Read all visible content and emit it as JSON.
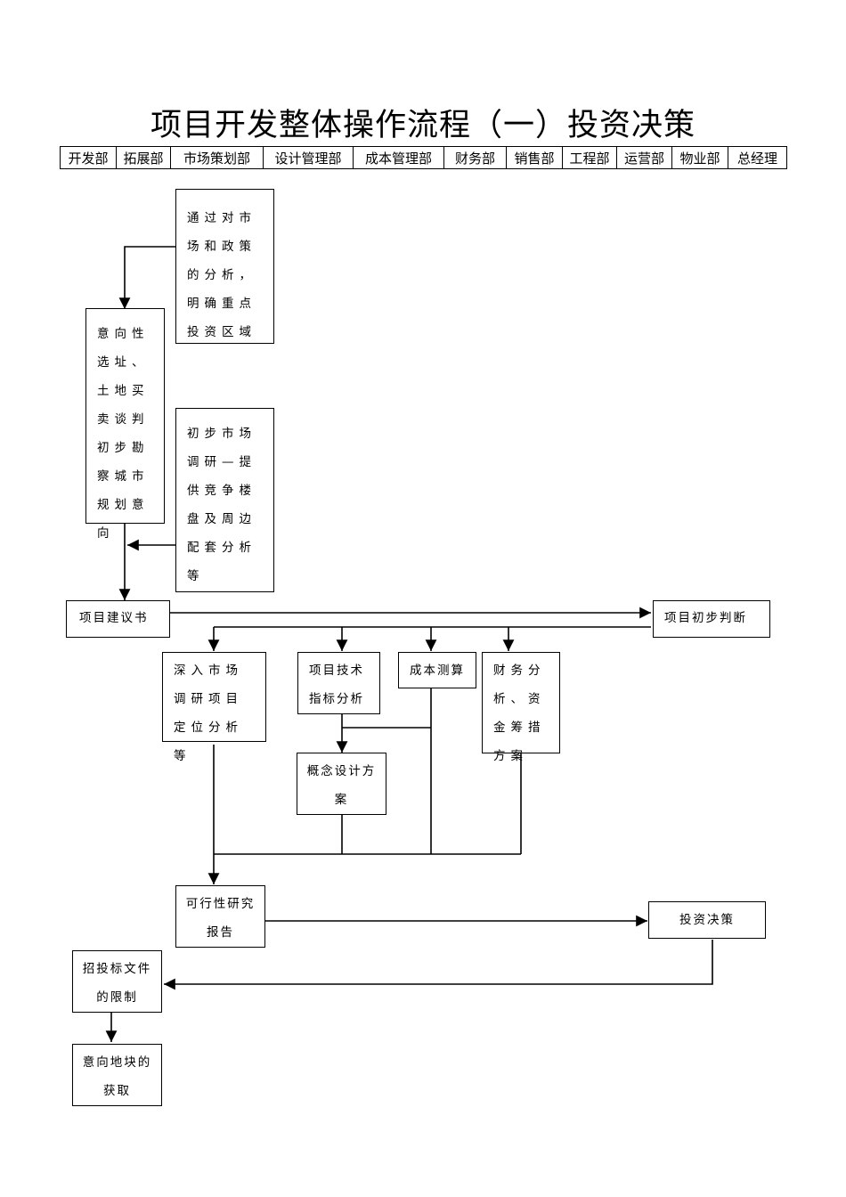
{
  "title": "项目开发整体操作流程（一）投资决策",
  "departments": [
    "开发部",
    "拓展部",
    "市场策划部",
    "设计管理部",
    "成本管理部",
    "财务部",
    "销售部",
    "工程部",
    "运营部",
    "物业部",
    "总经理"
  ],
  "nodes": {
    "market_policy": "通过对市场和政策的分析，明确重点投资区域",
    "site_selection": "意向性选址、土地买卖谈判初步勘察城市规划意向",
    "market_research": "初步市场调研—提供竞争楼盘及周边配套分析等",
    "proposal": "项目建议书",
    "preliminary_judgment": "项目初步判断",
    "deep_research": "深入市场调研项目定位分析等",
    "tech_indicators": "项目技术指标分析",
    "cost_estimate": "成本测算",
    "financial_analysis": "财务分析、资金筹措方案",
    "concept_design": "概念设计方案",
    "feasibility": "可行性研究报告",
    "investment_decision": "投资决策",
    "bid_restrictions": "招投标文件的限制",
    "land_acquisition": "意向地块的获取"
  }
}
